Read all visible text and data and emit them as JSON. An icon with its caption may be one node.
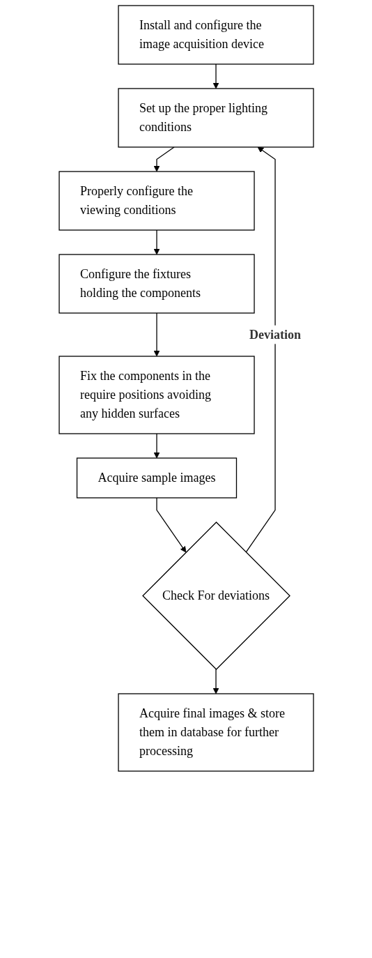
{
  "diagram": {
    "nodes": [
      {
        "text": [
          "Install and configure the image acquisition device"
        ]
      },
      {
        "text": [
          "Set up the proper lighting conditions"
        ]
      },
      {
        "text": [
          "Properly configure the viewing conditions"
        ]
      },
      {
        "text": [
          "Configure the fixtures holding the components"
        ]
      },
      {
        "text": [
          "Fix the components in the require positions avoiding any hidden surfaces"
        ]
      },
      {
        "text": [
          "Acquire sample images"
        ]
      },
      {
        "text": [
          "Check For deviations"
        ]
      },
      {
        "text": [
          "Acquire final images & store them in database for further processing"
        ]
      }
    ],
    "edges": [
      {
        "from": 0,
        "to": 1,
        "arrow": "to"
      },
      {
        "from": 1,
        "to": 2,
        "arrow": "to"
      },
      {
        "from": 2,
        "to": 3,
        "arrow": "to"
      },
      {
        "from": 3,
        "to": 4,
        "arrow": "to"
      },
      {
        "from": 4,
        "to": 5,
        "arrow": "to"
      },
      {
        "from": 5,
        "to": 6,
        "arrow": "to"
      },
      {
        "from": 6,
        "to": 1,
        "arrow": "to",
        "label": "Deviation"
      },
      {
        "from": 6,
        "to": 7,
        "arrow": "to"
      }
    ]
  }
}
